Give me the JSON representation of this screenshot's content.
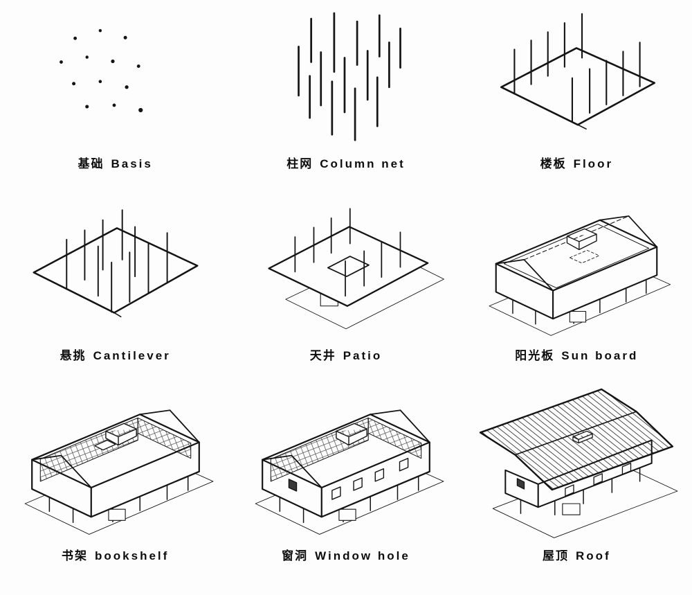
{
  "page": {
    "background_color": "#fdfdfd",
    "ink_color": "#1a1a1a",
    "description_labels_only": true
  },
  "cells": [
    {
      "cn": "基础",
      "en": "Basis"
    },
    {
      "cn": "柱网",
      "en": "Column net"
    },
    {
      "cn": "楼板",
      "en": "Floor"
    },
    {
      "cn": "悬挑",
      "en": "Cantilever"
    },
    {
      "cn": "天井",
      "en": "Patio"
    },
    {
      "cn": "阳光板",
      "en": "Sun board"
    },
    {
      "cn": "书架",
      "en": "bookshelf"
    },
    {
      "cn": "窗洞",
      "en": "Window hole"
    },
    {
      "cn": "屋顶",
      "en": "Roof"
    }
  ]
}
